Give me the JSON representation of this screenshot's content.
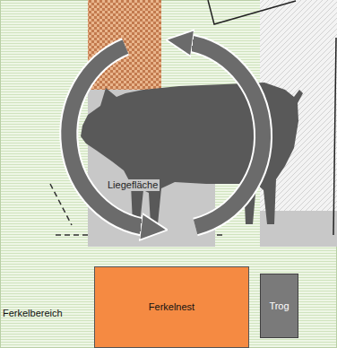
{
  "diagram": {
    "nodes": [
      {
        "text": [
          "Liegefläche"
        ]
      },
      {
        "text": [
          "Ferkelnest"
        ]
      },
      {
        "text": [
          "Trog"
        ]
      }
    ],
    "labels": [
      "Ferkelbereich"
    ]
  }
}
